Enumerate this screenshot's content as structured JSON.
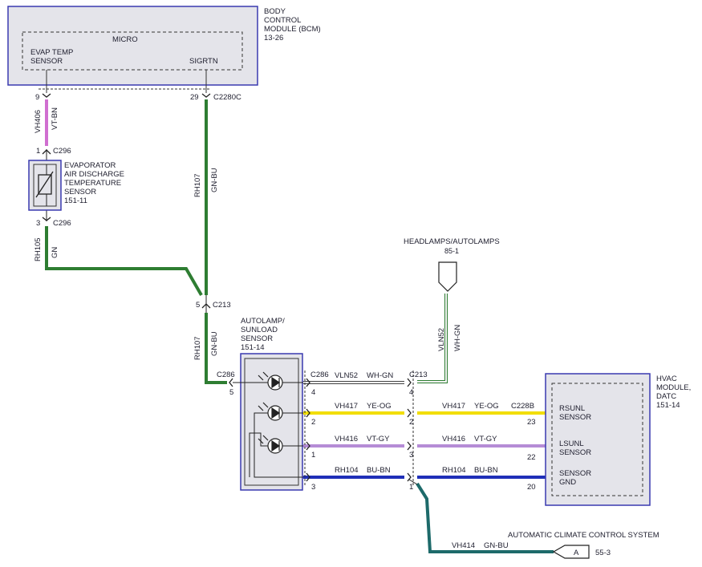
{
  "colors": {
    "module_border": "#3a3ab0",
    "module_fill": "#e4e4ea",
    "wire_green": "#2e7d32",
    "wire_green_edge": "#1b5e20",
    "wire_violet": "#d06fd0",
    "wire_yellow": "#f2de00",
    "wire_purple": "#b58cd6",
    "wire_blue": "#1f2fb8",
    "wire_teal": "#1d6a6a",
    "wire_white": "#f4f4f4",
    "line_dark": "#222222"
  },
  "bcm": {
    "title_lines": [
      "BODY",
      "CONTROL",
      "MODULE (BCM)",
      "13-26"
    ],
    "micro_label": "MICRO",
    "evap_label_lines": [
      "EVAP TEMP",
      "SENSOR"
    ],
    "sigrtn_label": "SIGRTN"
  },
  "evap_sensor": {
    "label_lines": [
      "EVAPORATOR",
      "AIR DISCHARGE",
      "TEMPERATURE",
      "SENSOR",
      "151-11"
    ]
  },
  "autolamp": {
    "label_lines": [
      "AUTOLAMP/",
      "SUNLOAD",
      "SENSOR",
      "151-14"
    ]
  },
  "hvac": {
    "title_lines": [
      "HVAC",
      "MODULE,",
      "DATC",
      "151-14"
    ],
    "rsunl_lines": [
      "RSUNL",
      "SENSOR"
    ],
    "lsunl_lines": [
      "LSUNL",
      "SENSOR"
    ],
    "sensor_gnd_lines": [
      "SENSOR",
      "GND"
    ]
  },
  "headlamps": {
    "label": "HEADLAMPS/AUTOLAMPS",
    "ref": "85-1"
  },
  "acc": {
    "label": "AUTOMATIC CLIMATE CONTROL SYSTEM",
    "connector": "A",
    "ref": "55-3"
  },
  "wires": {
    "vh406": {
      "circuit": "VH406",
      "color": "VT-BN"
    },
    "rh107_top": {
      "circuit": "RH107",
      "color": "GN-BU"
    },
    "rh105": {
      "circuit": "RH105",
      "color": "GN"
    },
    "rh107_mid": {
      "circuit": "RH107",
      "color": "GN-BU"
    },
    "vln52_vert": {
      "circuit": "VLN52",
      "color": "WH-GN"
    },
    "vln52_h": {
      "circuit": "VLN52",
      "color": "WH-GN"
    },
    "vh417_a": {
      "circuit": "VH417",
      "color": "YE-OG"
    },
    "vh417_b": {
      "circuit": "VH417",
      "color": "YE-OG"
    },
    "vh416_a": {
      "circuit": "VH416",
      "color": "VT-GY"
    },
    "vh416_b": {
      "circuit": "VH416",
      "color": "VT-GY"
    },
    "rh104_a": {
      "circuit": "RH104",
      "color": "BU-BN"
    },
    "rh104_b": {
      "circuit": "RH104",
      "color": "BU-BN"
    },
    "vh414": {
      "circuit": "VH414",
      "color": "GN-BU"
    }
  },
  "connectors": {
    "c2280c": "C2280C",
    "c296_top": "C296",
    "c296_bot": "C296",
    "c213_mid": "C213",
    "c286_left": "C286",
    "c286_right": "C286",
    "c213_right": "C213",
    "c228b": "C228B"
  },
  "pins": {
    "p9": "9",
    "p29": "29",
    "p1_c296": "1",
    "p3_c296": "3",
    "p5_c213": "5",
    "p5_c286": "5",
    "p4_c286": "4",
    "p2_c286": "2",
    "p1_c286": "1",
    "p3_c286": "3",
    "p4_c213": "4",
    "p2_c213": "2",
    "p3_c213": "3",
    "p1_c213": "1",
    "p23": "23",
    "p22": "22",
    "p20": "20"
  }
}
